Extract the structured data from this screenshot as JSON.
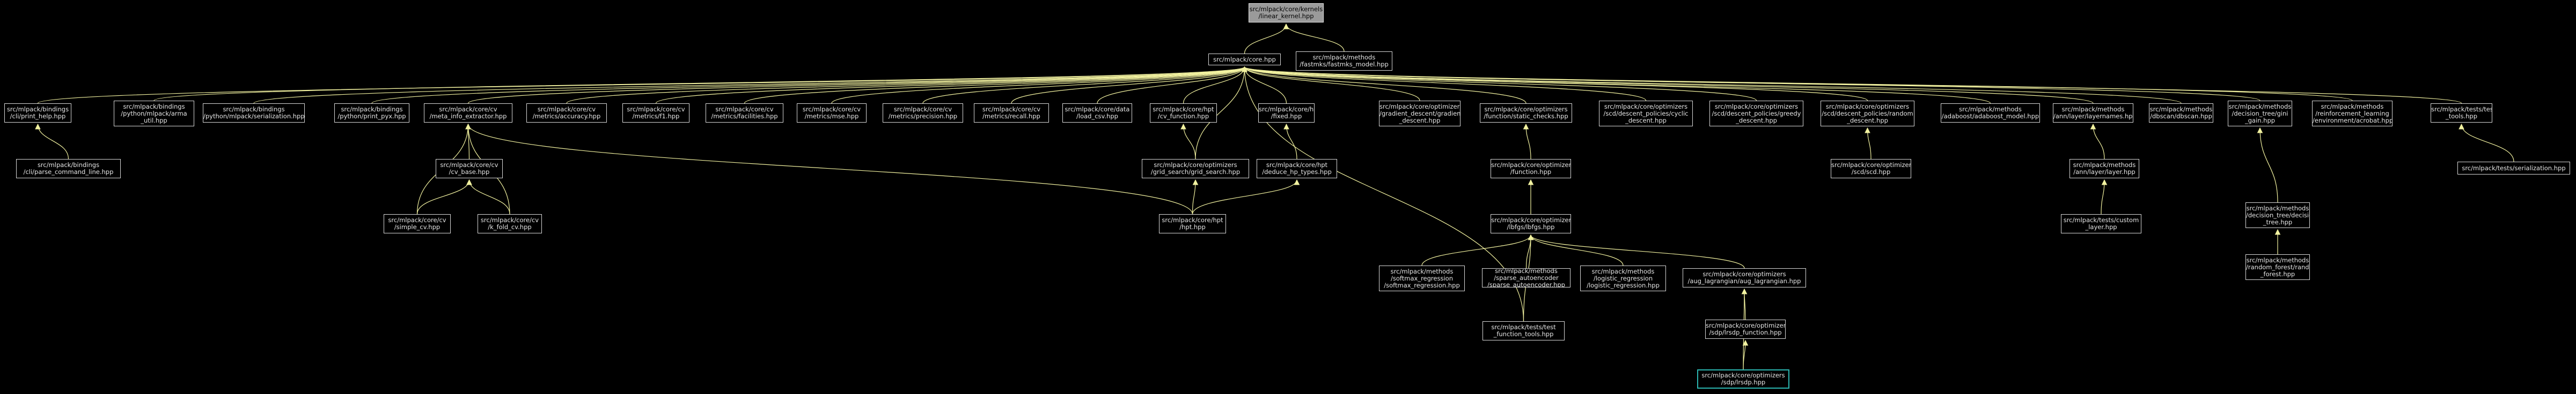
{
  "nodes": [
    {
      "id": "root",
      "lines": [
        "src/mlpack/core/kernels",
        "/linear_kernel.hpp"
      ],
      "style": "root"
    },
    {
      "id": "fastmks",
      "lines": [
        "src/mlpack/methods",
        "/fastmks/fastmks_model.hpp"
      ]
    },
    {
      "id": "core",
      "lines": [
        "src/mlpack/core.hpp"
      ]
    },
    {
      "id": "print_help",
      "lines": [
        "src/mlpack/bindings",
        "/cli/print_help.hpp"
      ]
    },
    {
      "id": "arma_util",
      "lines": [
        "src/mlpack/bindings",
        "/python/mlpack/arma",
        "_util.hpp"
      ]
    },
    {
      "id": "py_serial",
      "lines": [
        "src/mlpack/bindings",
        "/python/mlpack/serialization.hpp"
      ]
    },
    {
      "id": "print_pyx",
      "lines": [
        "src/mlpack/bindings",
        "/python/print_pyx.hpp"
      ]
    },
    {
      "id": "meta_info",
      "lines": [
        "src/mlpack/core/cv",
        "/meta_info_extractor.hpp"
      ]
    },
    {
      "id": "accuracy",
      "lines": [
        "src/mlpack/core/cv",
        "/metrics/accuracy.hpp"
      ]
    },
    {
      "id": "f1",
      "lines": [
        "src/mlpack/core/cv",
        "/metrics/f1.hpp"
      ]
    },
    {
      "id": "facilities",
      "lines": [
        "src/mlpack/core/cv",
        "/metrics/facilities.hpp"
      ]
    },
    {
      "id": "mse",
      "lines": [
        "src/mlpack/core/cv",
        "/metrics/mse.hpp"
      ]
    },
    {
      "id": "precision",
      "lines": [
        "src/mlpack/core/cv",
        "/metrics/precision.hpp"
      ]
    },
    {
      "id": "recall",
      "lines": [
        "src/mlpack/core/cv",
        "/metrics/recall.hpp"
      ]
    },
    {
      "id": "load_csv",
      "lines": [
        "src/mlpack/core/data",
        "/load_csv.hpp"
      ]
    },
    {
      "id": "cv_function",
      "lines": [
        "src/mlpack/core/hpt",
        "/cv_function.hpp"
      ]
    },
    {
      "id": "fixed",
      "lines": [
        "src/mlpack/core/hpt",
        "/fixed.hpp"
      ]
    },
    {
      "id": "gd",
      "lines": [
        "src/mlpack/core/optimizers",
        "/gradient_descent/gradient",
        "_descent.hpp"
      ]
    },
    {
      "id": "static_checks",
      "lines": [
        "src/mlpack/core/optimizers",
        "/function/static_checks.hpp"
      ]
    },
    {
      "id": "cyclic",
      "lines": [
        "src/mlpack/core/optimizers",
        "/scd/descent_policies/cyclic",
        "_descent.hpp"
      ]
    },
    {
      "id": "greedy",
      "lines": [
        "src/mlpack/core/optimizers",
        "/scd/descent_policies/greedy",
        "_descent.hpp"
      ]
    },
    {
      "id": "random",
      "lines": [
        "src/mlpack/core/optimizers",
        "/scd/descent_policies/random",
        "_descent.hpp"
      ]
    },
    {
      "id": "adaboost",
      "lines": [
        "src/mlpack/methods",
        "/adaboost/adaboost_model.hpp"
      ]
    },
    {
      "id": "layer_names",
      "lines": [
        "src/mlpack/methods",
        "/ann/layer/layernames.hpp"
      ]
    },
    {
      "id": "dbscan",
      "lines": [
        "src/mlpack/methods",
        "/dbscan/dbscan.hpp"
      ]
    },
    {
      "id": "hoeffding",
      "lines": [
        "src/mlpack/methods",
        "/decision_tree/gini",
        "_gain.hpp"
      ]
    },
    {
      "id": "acrobat",
      "lines": [
        "src/mlpack/methods",
        "/reinforcement_learning",
        "/environment/acrobat.hpp"
      ]
    },
    {
      "id": "test_tools",
      "lines": [
        "src/mlpack/tests/test",
        "_tools.hpp"
      ]
    },
    {
      "id": "parse_cmd",
      "lines": [
        "src/mlpack/bindings",
        "/cli/parse_command_line.hpp"
      ]
    },
    {
      "id": "cv_base",
      "lines": [
        "src/mlpack/core/cv",
        "/cv_base.hpp"
      ]
    },
    {
      "id": "simple_cv",
      "lines": [
        "src/mlpack/core/cv",
        "/simple_cv.hpp"
      ]
    },
    {
      "id": "kfold_cv",
      "lines": [
        "src/mlpack/core/cv",
        "/k_fold_cv.hpp"
      ]
    },
    {
      "id": "grid_search",
      "lines": [
        "src/mlpack/core/optimizers",
        "/grid_search/grid_search.hpp"
      ]
    },
    {
      "id": "deduce",
      "lines": [
        "src/mlpack/core/hpt",
        "/deduce_hp_types.hpp"
      ]
    },
    {
      "id": "hpt",
      "lines": [
        "src/mlpack/core/hpt",
        "/hpt.hpp"
      ]
    },
    {
      "id": "function",
      "lines": [
        "src/mlpack/core/optimizers",
        "/function.hpp"
      ]
    },
    {
      "id": "scd",
      "lines": [
        "src/mlpack/core/optimizers",
        "/scd/scd.hpp"
      ]
    },
    {
      "id": "layer",
      "lines": [
        "src/mlpack/methods",
        "/ann/layer/layer.hpp"
      ]
    },
    {
      "id": "custom_layer",
      "lines": [
        "src/mlpack/tests/custom",
        "_layer.hpp"
      ]
    },
    {
      "id": "dt",
      "lines": [
        "src/mlpack/methods",
        "/decision_tree/decision",
        "_tree.hpp"
      ]
    },
    {
      "id": "rf",
      "lines": [
        "src/mlpack/methods",
        "/random_forest/random",
        "_forest.hpp"
      ]
    },
    {
      "id": "tests_serial",
      "lines": [
        "src/mlpack/tests/serialization.hpp"
      ]
    },
    {
      "id": "lbfgs",
      "lines": [
        "src/mlpack/core/optimizers",
        "/lbfgs/lbfgs.hpp"
      ]
    },
    {
      "id": "softmax",
      "lines": [
        "src/mlpack/methods",
        "/softmax_regression",
        "/softmax_regression.hpp"
      ]
    },
    {
      "id": "sparse_ae",
      "lines": [
        "src/mlpack/methods",
        "/sparse_autoencoder",
        "/sparse_autoencoder.hpp"
      ]
    },
    {
      "id": "logistic",
      "lines": [
        "src/mlpack/methods",
        "/logistic_regression",
        "/logistic_regression.hpp"
      ]
    },
    {
      "id": "aug_lag",
      "lines": [
        "src/mlpack/core/optimizers",
        "/aug_lagrangian/aug_lagrangian.hpp"
      ]
    },
    {
      "id": "test_func",
      "lines": [
        "src/mlpack/tests/test",
        "_function_tools.hpp"
      ]
    },
    {
      "id": "lrsdp_func",
      "lines": [
        "src/mlpack/core/optimizers",
        "/sdp/lrsdp_function.hpp"
      ]
    },
    {
      "id": "lrsdp",
      "lines": [
        "src/mlpack/core/optimizers",
        "/sdp/lrsdp.hpp"
      ],
      "style": "focus"
    }
  ],
  "edge_color": "#f2f2a0"
}
